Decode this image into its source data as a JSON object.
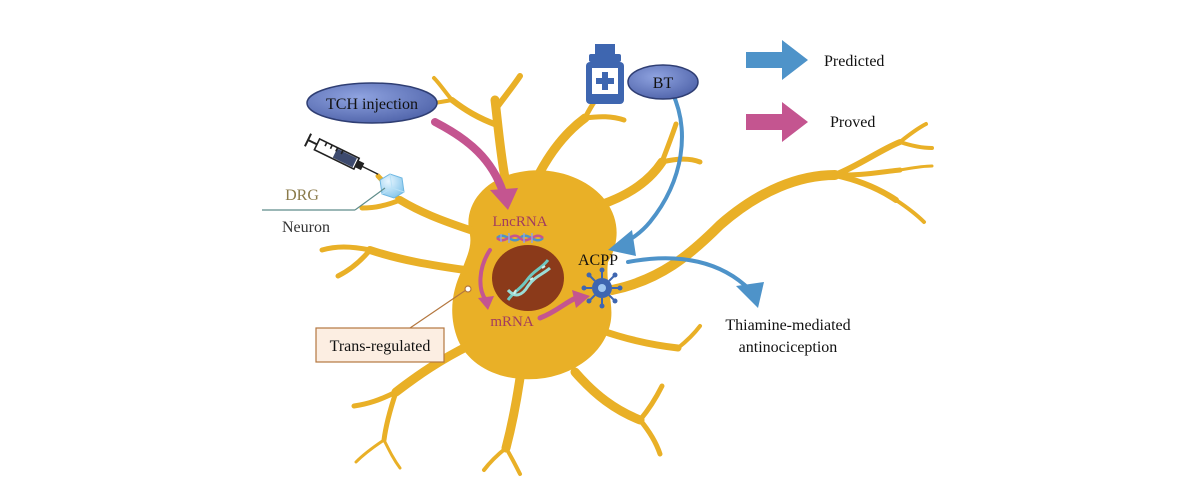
{
  "labels": {
    "tch_injection": "TCH injection",
    "bt": "BT",
    "drg": "DRG",
    "neuron": "Neuron",
    "lncrna": "LncRNA",
    "mrna": "mRNA",
    "acpp": "ACPP",
    "trans_regulated": "Trans-regulated",
    "outcome_line1": "Thiamine-mediated",
    "outcome_line2": "antinociception"
  },
  "legend": {
    "predicted": "Predicted",
    "proved": "Proved"
  },
  "colors": {
    "neuron": "#E9B027",
    "nucleus": "#8B3A1A",
    "predicted_arrow": "#4E93C9",
    "proved_arrow": "#C45590",
    "ellipse_fill": "#5B6FB3",
    "trans_box_fill": "#FCEEE2",
    "trans_box_border": "#B4773F",
    "drg_text": "#8A7A4A",
    "lncrna_text": "#A23C5E"
  },
  "icons": [
    "syringe-icon",
    "medicine-bottle-icon",
    "dna-helix-icon",
    "receptor-icon",
    "drg-cube-icon"
  ]
}
